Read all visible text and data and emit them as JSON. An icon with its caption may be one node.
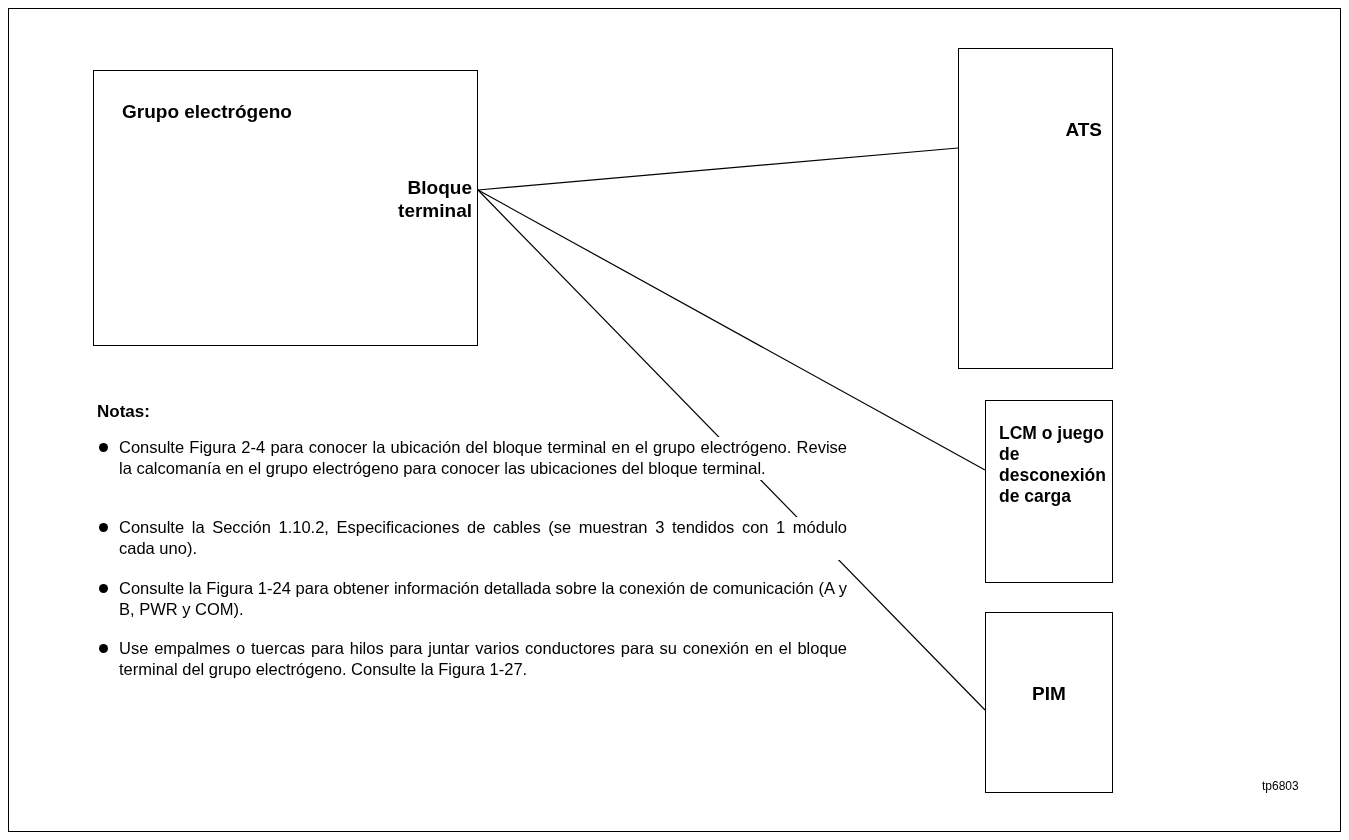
{
  "diagram": {
    "nodes": [
      {
        "text": [
          "Grupo electrógeno"
        ]
      },
      {
        "text": [
          "Bloque terminal"
        ],
        "in": 0
      },
      {
        "text": [
          "ATS"
        ]
      },
      {
        "text": [
          "LCM o juego de desconexión de carga"
        ]
      },
      {
        "text": [
          "PIM"
        ]
      }
    ],
    "edges": [
      {
        "from": 1,
        "to": 2,
        "arrow": "none"
      },
      {
        "from": 1,
        "to": 3,
        "arrow": "none"
      },
      {
        "from": 1,
        "to": 4,
        "arrow": "none"
      }
    ],
    "labels": [
      "Notas:",
      "Consulte Figura 2-4 para conocer la ubicación del bloque terminal en el grupo electrógeno. Revise la calcomanía en el grupo electrógeno para conocer las ubicaciones del bloque terminal.",
      "Consulte la Sección 1.10.2, Especificaciones de cables (se muestran 3 tendidos con 1 módulo cada uno).",
      "Consulte la Figura 1-24 para obtener información detallada sobre la conexión de comunicación (A y B, PWR y COM).",
      "Use empalmes o tuercas para hilos para juntar varios conductores para su conexión en el bloque terminal del grupo electrógeno. Consulte la Figura 1-27.",
      "tp6803"
    ]
  }
}
